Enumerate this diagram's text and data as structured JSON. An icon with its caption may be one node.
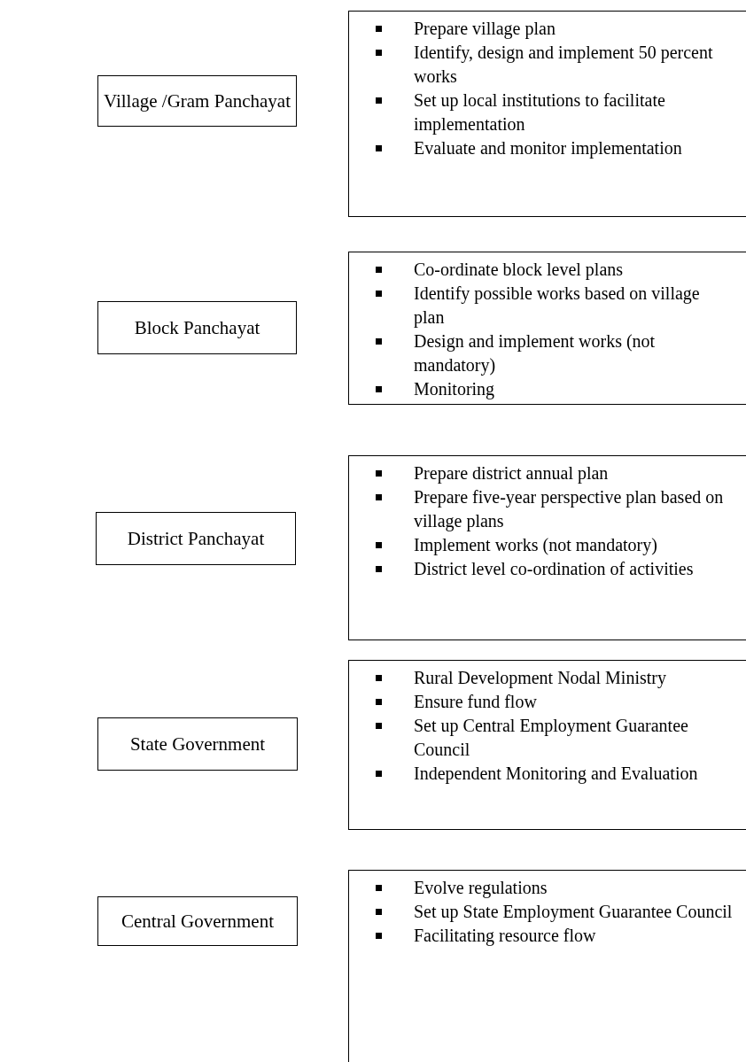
{
  "diagram": {
    "nodes": [
      {
        "text": [
          "Village /Gram Panchayat"
        ]
      },
      {
        "text": [
          "Prepare village plan",
          "Identify, design and implement 50 percent works",
          "Set up local institutions to facilitate implementation",
          "Evaluate and monitor implementation"
        ]
      },
      {
        "text": [
          "Block Panchayat"
        ]
      },
      {
        "text": [
          "Co-ordinate block level plans",
          "Identify possible works based on village plan",
          "Design and implement works (not mandatory)",
          "Monitoring"
        ]
      },
      {
        "text": [
          "District Panchayat"
        ]
      },
      {
        "text": [
          "Prepare district annual plan",
          "Prepare five-year perspective plan based on village plans",
          "Implement works (not mandatory)",
          "District level co-ordination of activities"
        ]
      },
      {
        "text": [
          "State Government"
        ]
      },
      {
        "text": [
          "Rural Development Nodal Ministry",
          "Ensure fund flow",
          "Set up Central Employment Guarantee Council",
          "Independent Monitoring and Evaluation"
        ]
      },
      {
        "text": [
          "Central Government"
        ]
      },
      {
        "text": [
          "Evolve regulations",
          "Set up State Employment Guarantee Council",
          "Facilitating resource flow"
        ]
      }
    ],
    "edges": []
  }
}
